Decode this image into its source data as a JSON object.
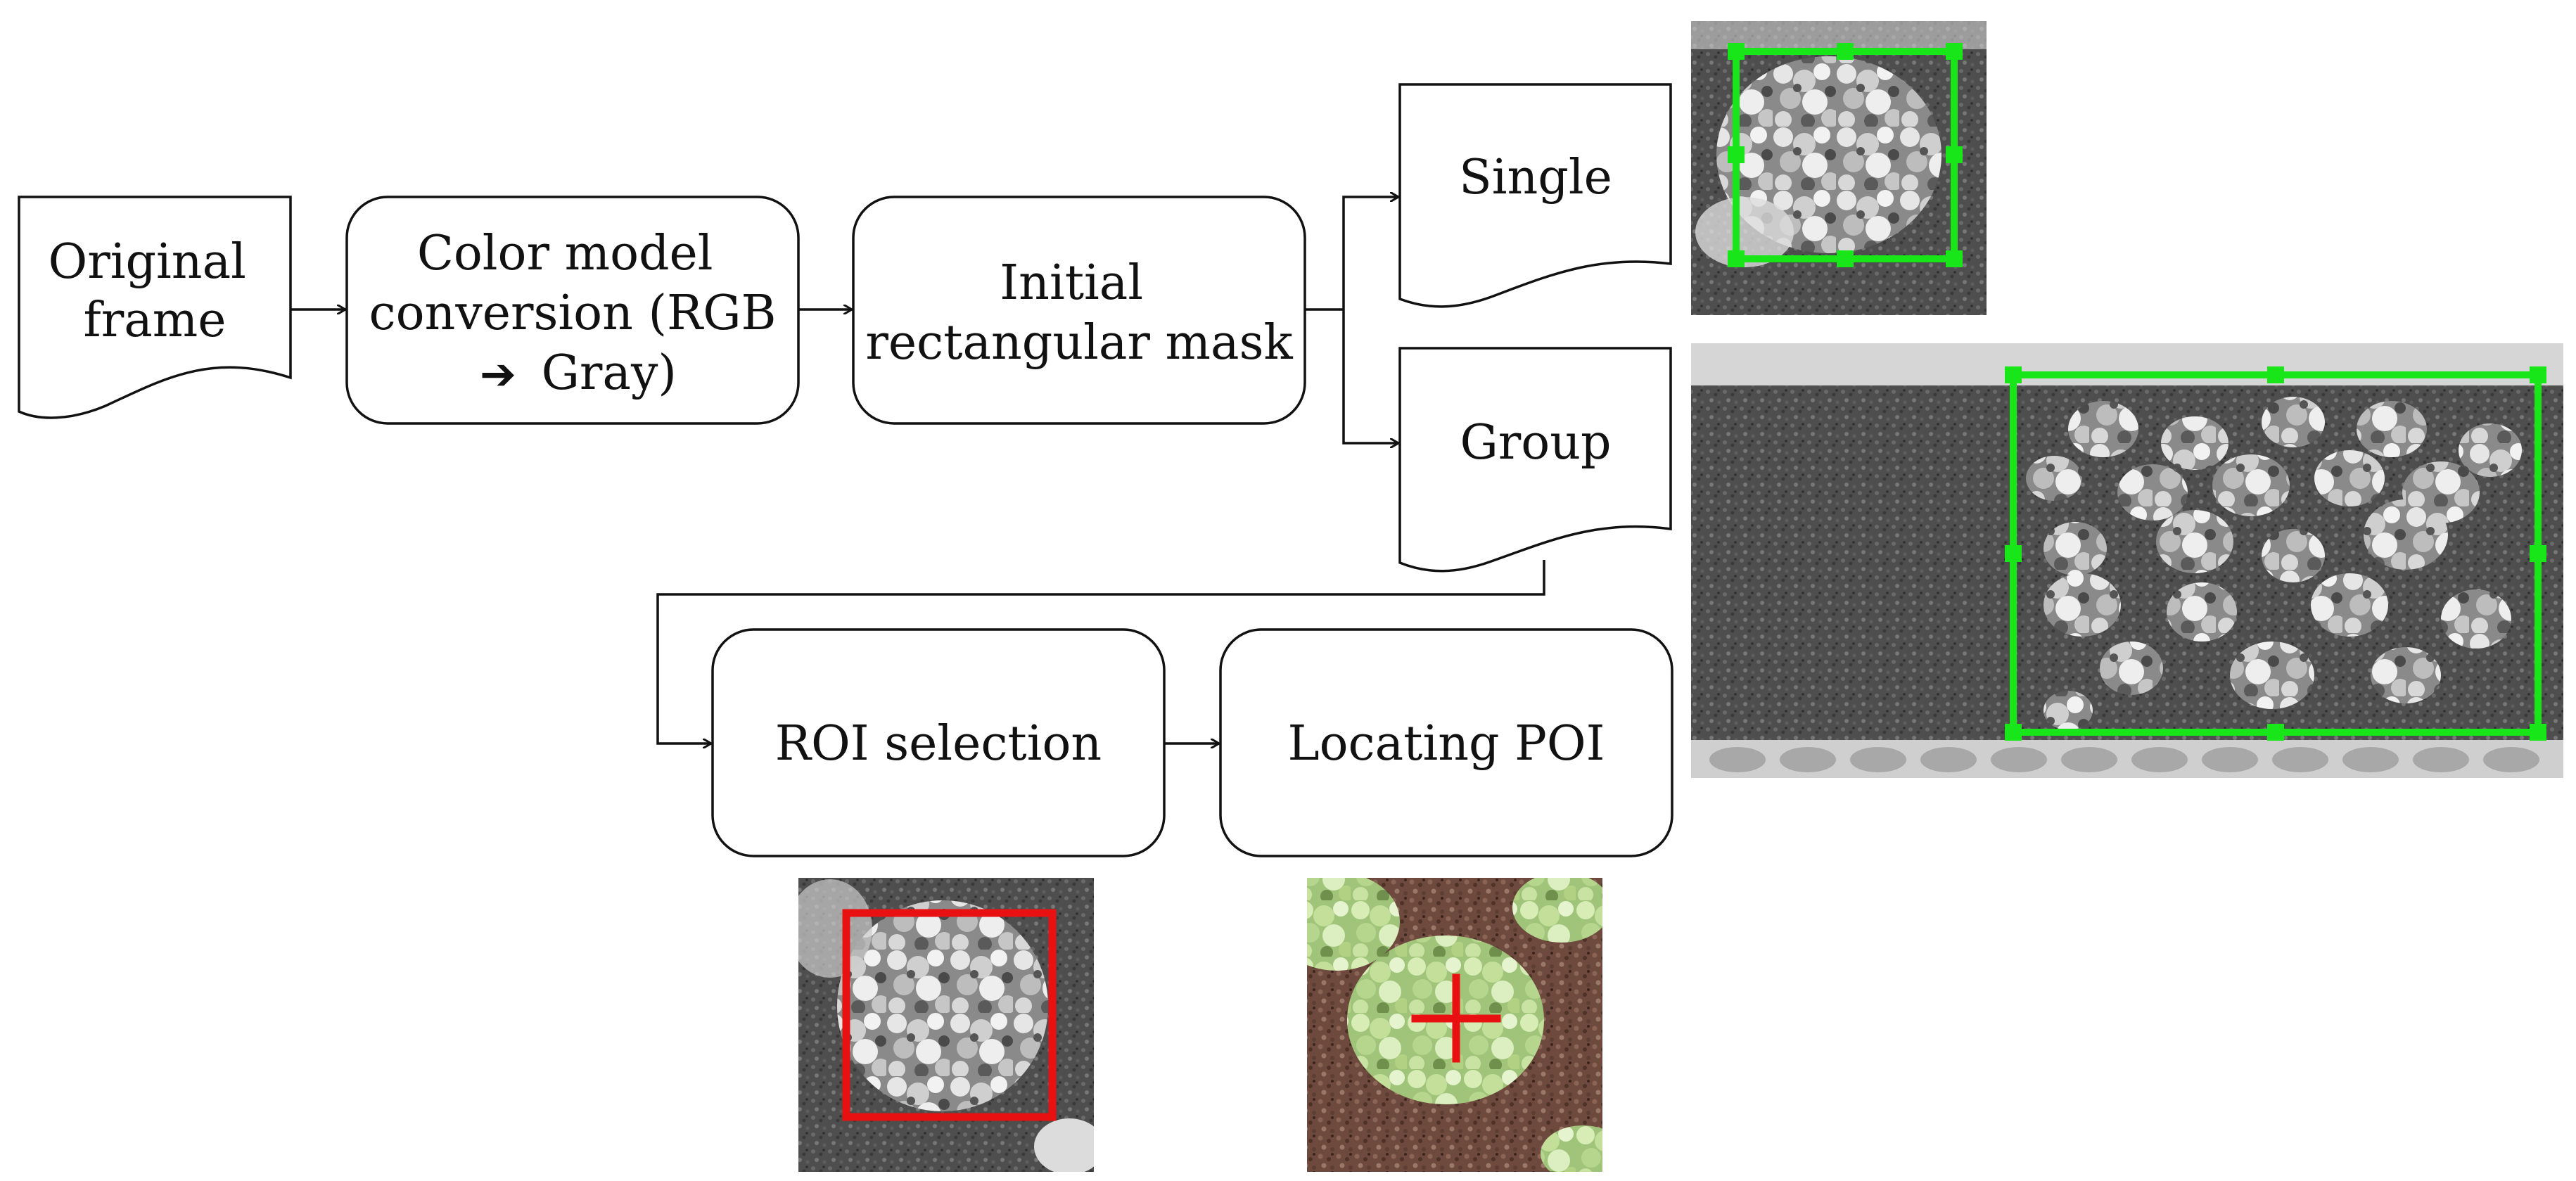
{
  "nodes": {
    "original_frame": {
      "lines": [
        "Original",
        "frame"
      ]
    },
    "color_conversion": {
      "lines": [
        "Color model",
        "conversion (RGB",
        "Gray)"
      ],
      "arrow_glyph": "➔"
    },
    "initial_mask": {
      "lines": [
        "Initial",
        "rectangular mask"
      ]
    },
    "single": {
      "label": "Single"
    },
    "group": {
      "label": "Group"
    },
    "roi_selection": {
      "label": "ROI selection"
    },
    "locating_poi": {
      "label": "Locating POI"
    }
  },
  "images": {
    "single_thumbnail": {
      "tone": "grayscale",
      "overlay": "green-rect-with-handles"
    },
    "group_thumbnail": {
      "tone": "grayscale",
      "overlay": "green-rect-with-handles"
    },
    "roi_thumbnail": {
      "tone": "grayscale",
      "overlay": "red-rect"
    },
    "poi_thumbnail": {
      "tone": "color",
      "overlay": "red-cross"
    }
  },
  "colors": {
    "stroke": "#111111",
    "mask_green": "#19e619",
    "roi_red": "#e81010",
    "leaf_green": "#b9d98e",
    "soil_brown": "#6e4a3e"
  }
}
